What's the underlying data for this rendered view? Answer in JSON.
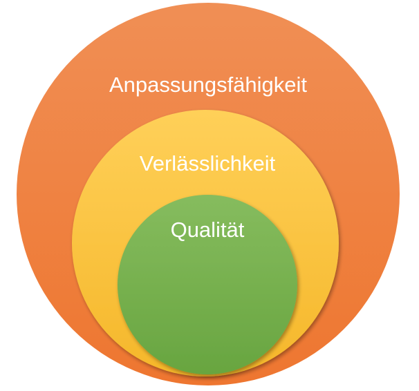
{
  "diagram": {
    "type": "nested-circles",
    "rings": [
      {
        "label": "Anpassungsfähigkeit",
        "color": "#F08A4B",
        "color_dark": "#ED7229"
      },
      {
        "label": "Verlässlichkeit",
        "color": "#FFC845",
        "color_dark": "#F3B321"
      },
      {
        "label": "Qualität",
        "color": "#7EB654",
        "color_dark": "#6AA343"
      }
    ]
  }
}
